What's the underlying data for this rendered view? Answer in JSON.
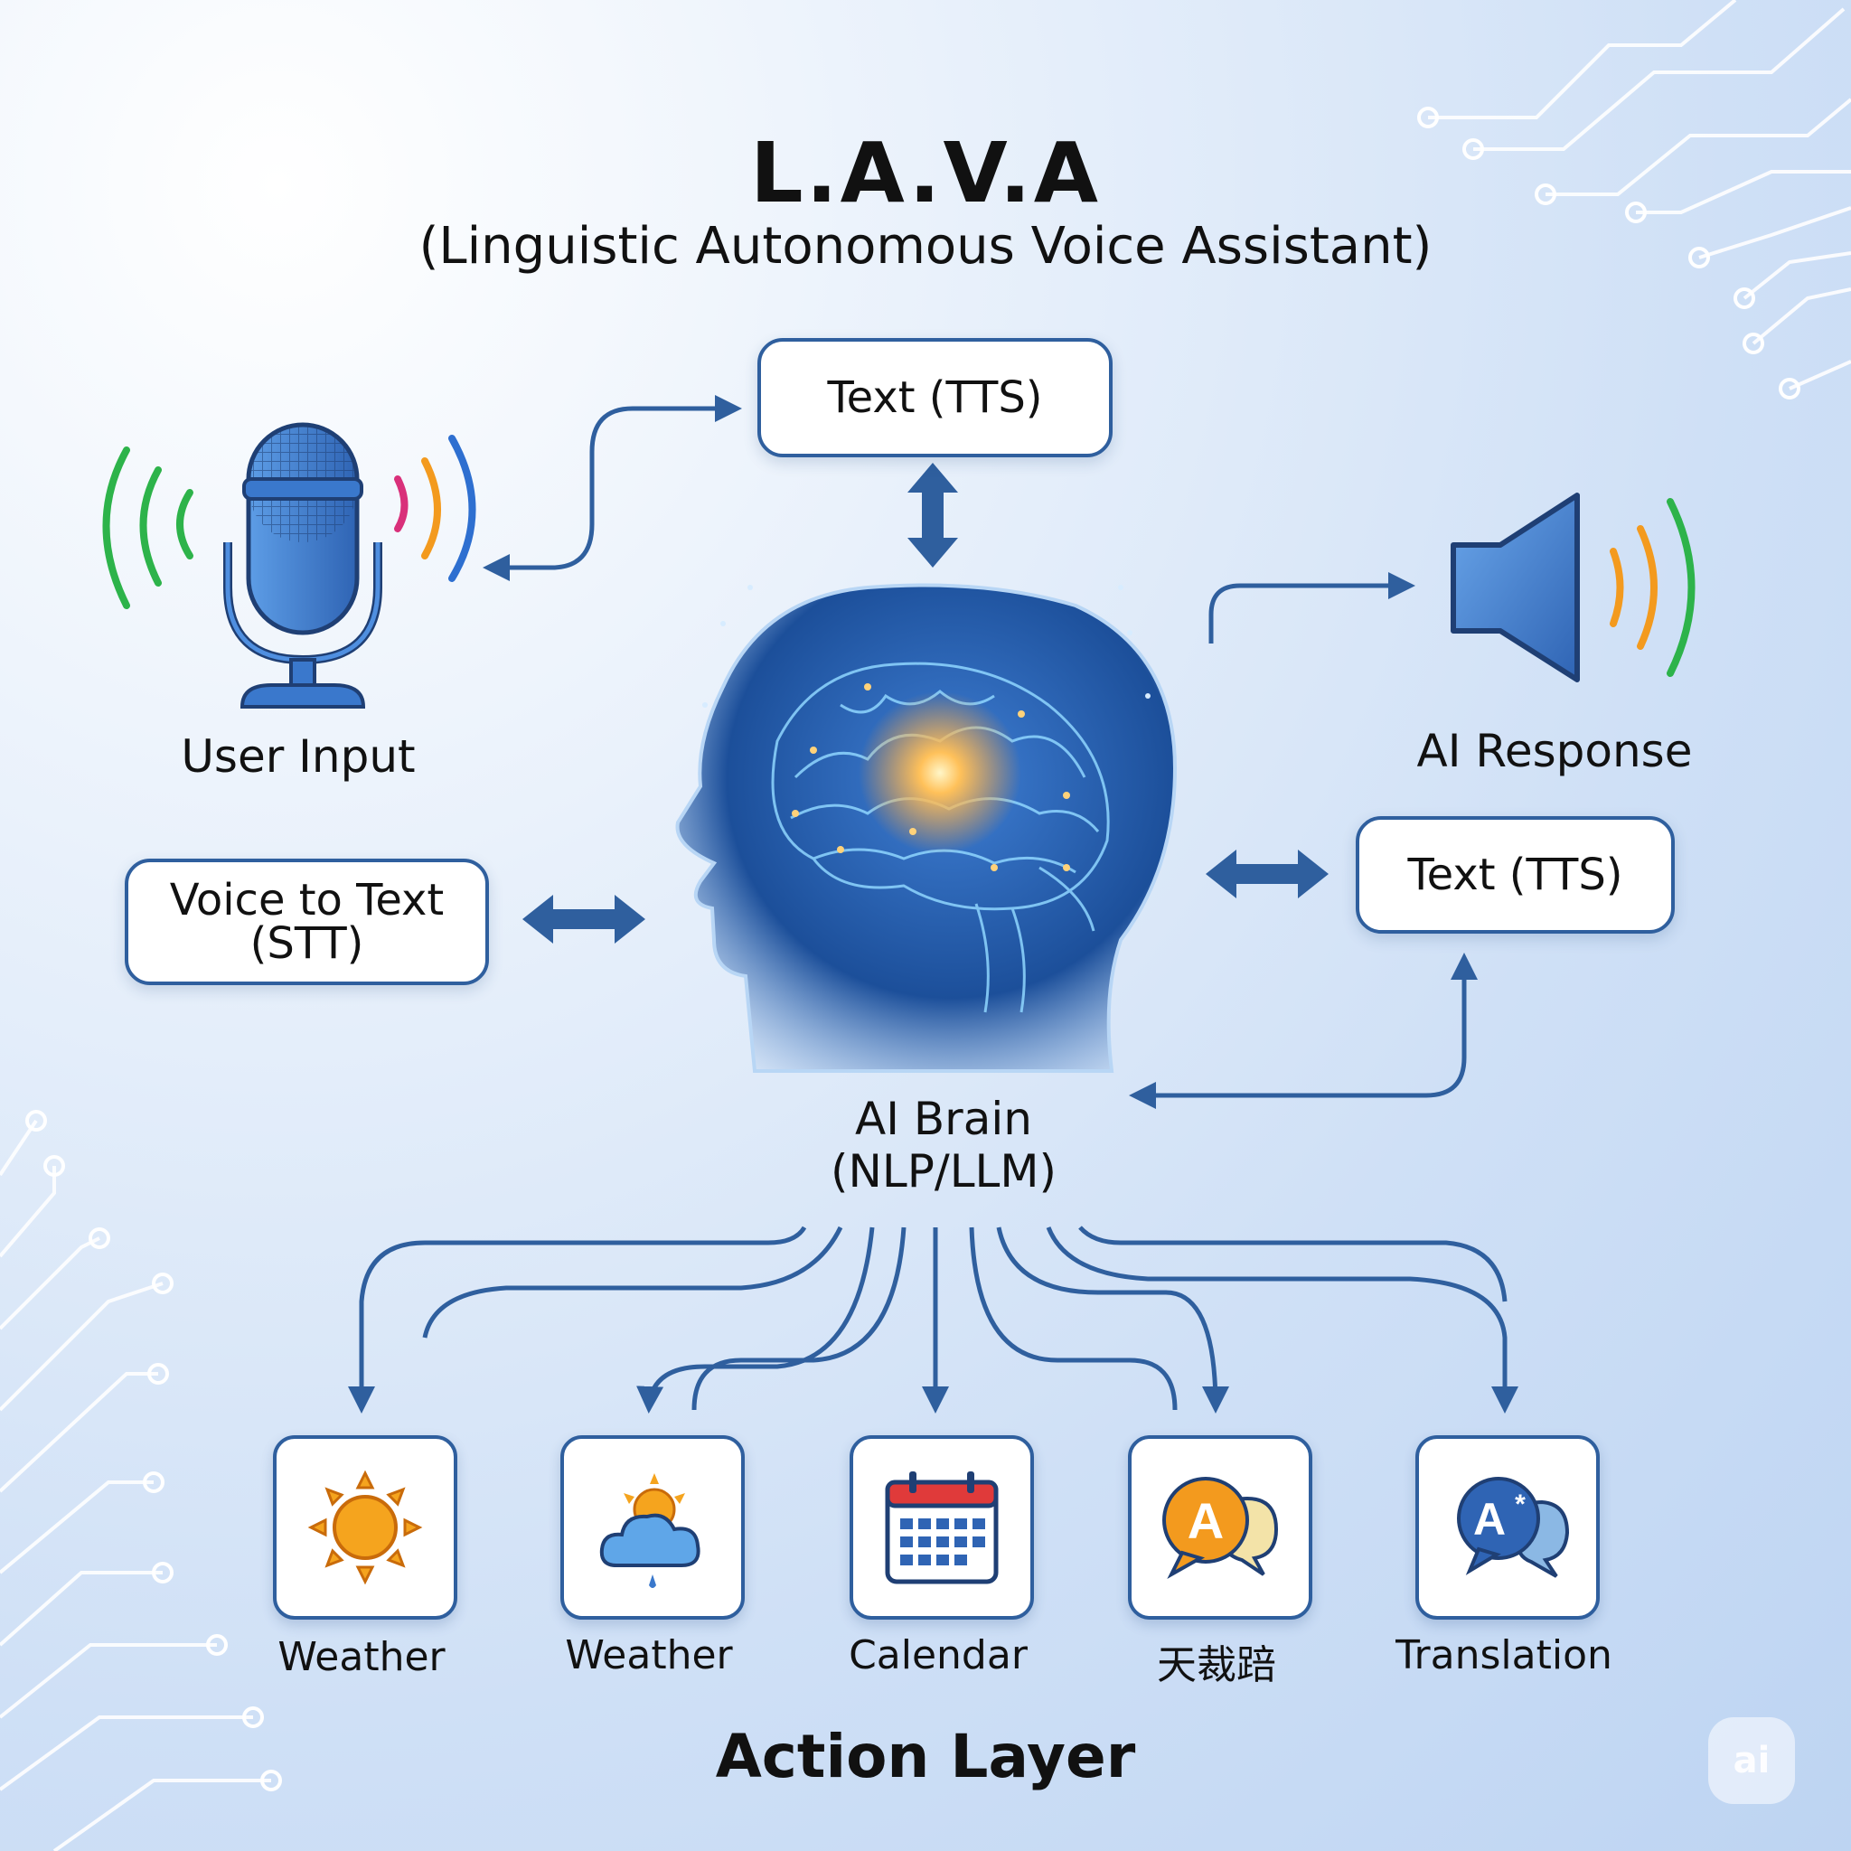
{
  "header": {
    "title": "L.A.V.A",
    "subtitle": "(Linguistic Autonomous Voice Assistant)"
  },
  "nodes": {
    "tts_top": "Text (TTS)",
    "user_input": "User Input",
    "stt_line1": "Voice to Text",
    "stt_line2": "(STT)",
    "ai_response": "AI Response",
    "tts_right": "Text (TTS)",
    "brain_line1": "AI Brain",
    "brain_line2": "(NLP/LLM)"
  },
  "actions": {
    "layer_title": "Action Layer",
    "items": [
      {
        "label": "Weather",
        "icon": "sun-icon"
      },
      {
        "label": "Weather",
        "icon": "cloud-sun-icon"
      },
      {
        "label": "Calendar",
        "icon": "calendar-icon"
      },
      {
        "label": "天裁踣",
        "icon": "chat-bubbles-a-icon"
      },
      {
        "label": "Translation",
        "icon": "translation-bubbles-icon"
      }
    ]
  },
  "watermark": "ai",
  "colors": {
    "arrow": "#2f5f9e",
    "box_border": "#2f5f9e",
    "wave_green": "#2db34a",
    "wave_orange": "#f39a1e",
    "wave_magenta": "#d9307a",
    "wave_blue": "#2e6fd0"
  }
}
